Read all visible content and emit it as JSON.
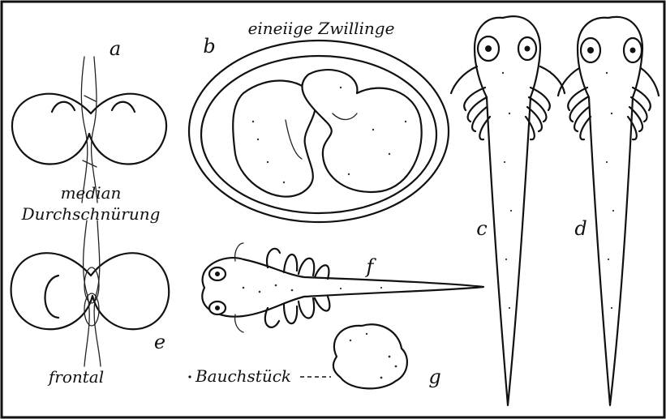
{
  "figure": {
    "title": "eineiige Zwillinge",
    "labels": {
      "a": "a",
      "b": "b",
      "c": "c",
      "d": "d",
      "e": "e",
      "f": "f",
      "g": "g"
    },
    "captions": {
      "median_line1": "median",
      "median_line2": "Durchschnürung",
      "frontal": "frontal",
      "bauchstueck": "Bauchstück"
    }
  }
}
